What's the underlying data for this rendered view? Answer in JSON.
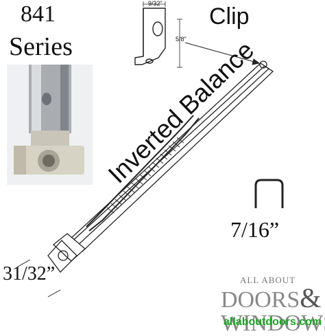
{
  "labels": {
    "series_number": "841",
    "series_word": "Series",
    "clip": "Clip",
    "clip_width": "9/32\"",
    "clip_height": "5/8\"",
    "product": "Inverted Balance",
    "channel_size": "7/16”",
    "end_width": "31/32”"
  },
  "logo": {
    "top_line": "ALL ABOUT",
    "main_line1": "DOORS",
    "ampersand": "&",
    "main_line2": "WINDOWS",
    "url": "allaboutdoors.com",
    "url_color": "#16a61f"
  },
  "colors": {
    "line": "#222222",
    "metal": "#b8bcc0"
  }
}
